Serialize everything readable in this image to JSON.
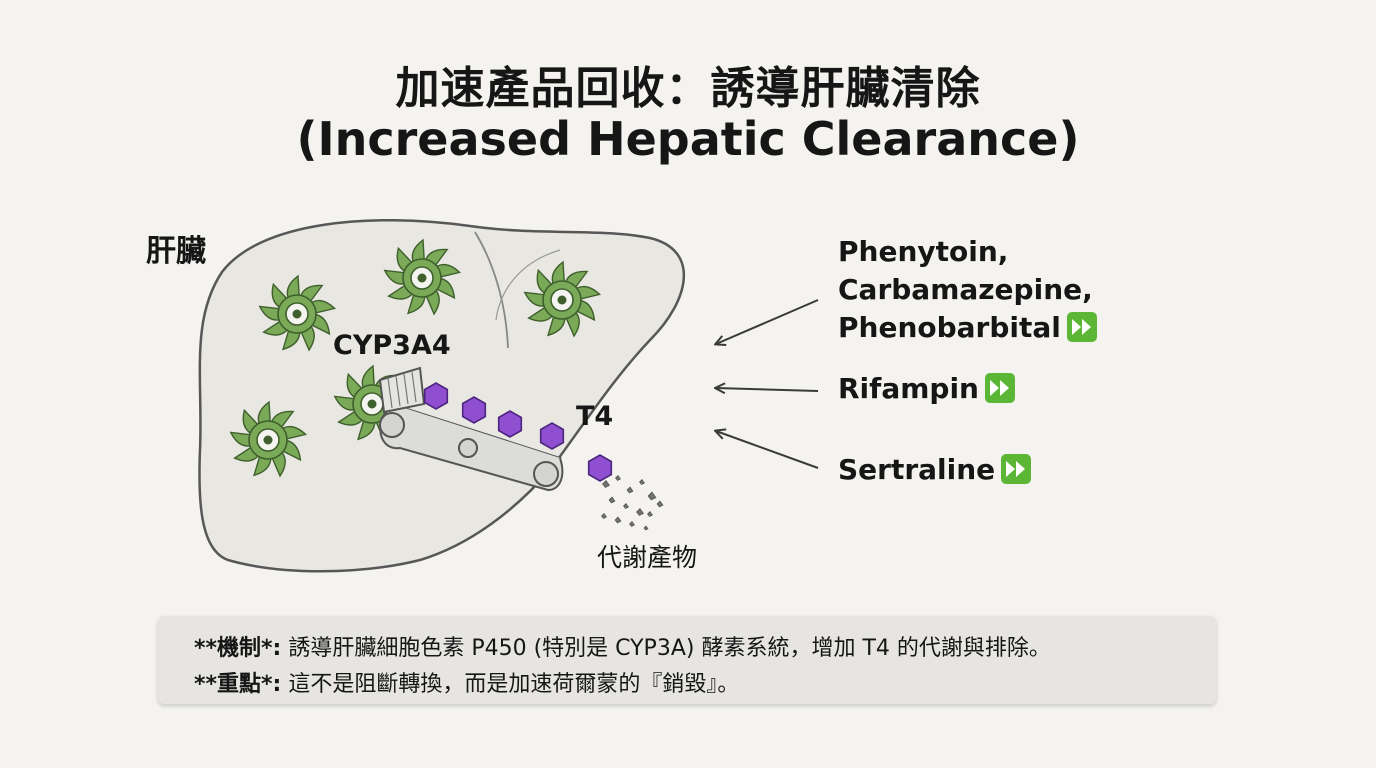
{
  "title": {
    "zh": "加速產品回收：誘導肝臟清除",
    "en": "(Increased Hepatic Clearance)"
  },
  "diagram": {
    "liver_label": "肝臟",
    "enzyme_label": "CYP3A4",
    "hormone_label": "T4",
    "metabolite_label": "代謝產物",
    "colors": {
      "enzyme": "#7aaa58",
      "hormone": "#8f4fd0",
      "liver_fill": "#e8e7e2",
      "fast_forward_badge": "#5cb636"
    },
    "badge_icon": "fast-forward-icon"
  },
  "drugs": [
    {
      "lines": [
        "Phenytoin,",
        "Carbamazepine,",
        "Phenobarbital"
      ]
    },
    {
      "lines": [
        "Rifampin"
      ]
    },
    {
      "lines": [
        "Sertraline"
      ]
    }
  ],
  "notes": [
    {
      "key": "**機制*:",
      "text": " 誘導肝臟細胞色素 P450 (特別是 CYP3A) 酵素系統，增加 T4 的代謝與排除。"
    },
    {
      "key": "**重點*:",
      "text": " 這不是阻斷轉換，而是加速荷爾蒙的『銷毀』。"
    }
  ]
}
